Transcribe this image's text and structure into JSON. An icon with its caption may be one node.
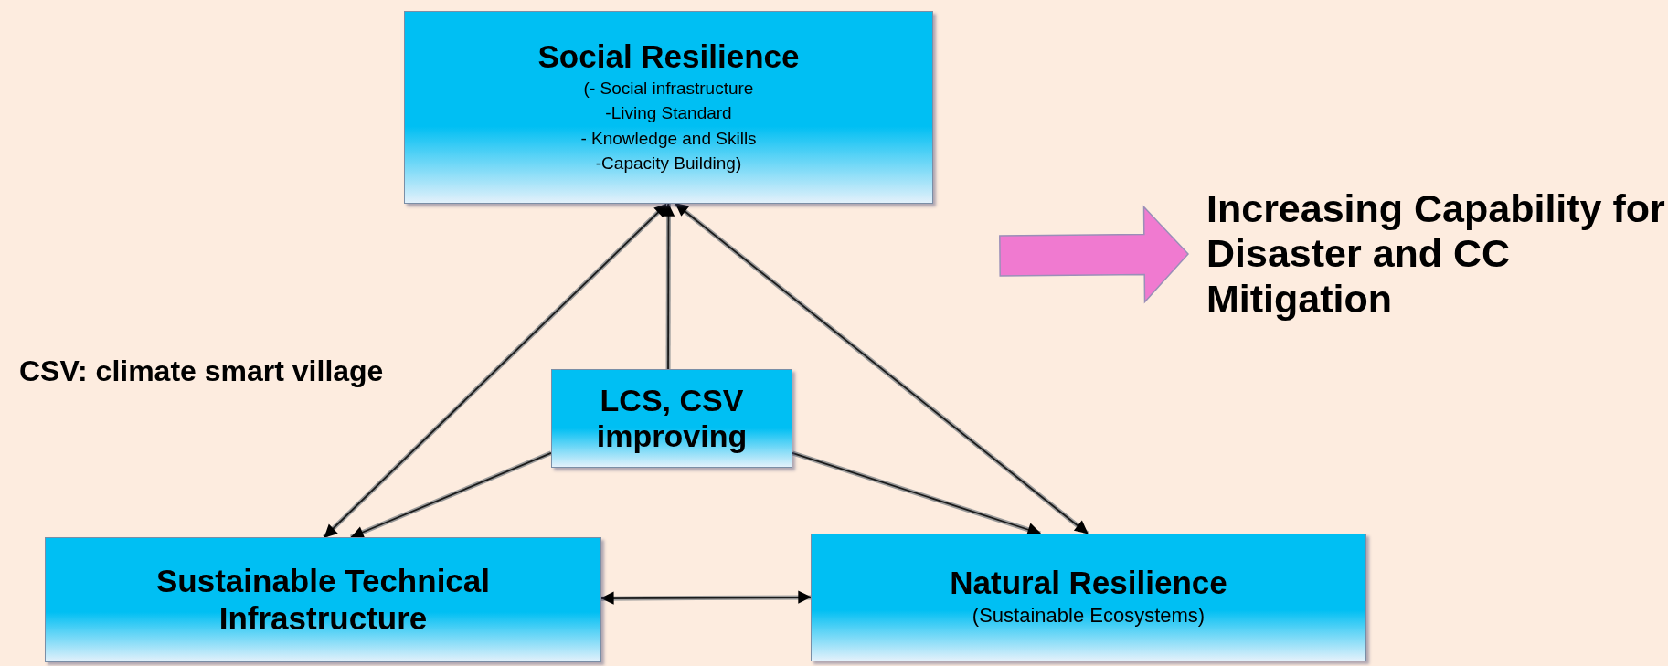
{
  "diagram": {
    "nodes": [
      {
        "text": [
          "Social Resilience",
          "(- Social infrastructure",
          "-Living Standard",
          "- Knowledge and Skills",
          "-Capacity Building)"
        ]
      },
      {
        "text": [
          "LCS, CSV improving"
        ]
      },
      {
        "text": [
          "Sustainable Technical Infrastructure"
        ]
      },
      {
        "text": [
          "Natural Resilience",
          "(Sustainable Ecosystems)"
        ]
      },
      {
        "text": [
          "Increasing Capability for Disaster and CC Mitigation"
        ]
      }
    ],
    "edges": [
      {
        "from": 0,
        "to": 2,
        "arrow": "both"
      },
      {
        "from": 1,
        "to": 0,
        "arrow": "to"
      },
      {
        "from": 0,
        "to": 3,
        "arrow": "both"
      },
      {
        "from": 1,
        "to": 2,
        "arrow": "to"
      },
      {
        "from": 1,
        "to": 3,
        "arrow": "to"
      },
      {
        "from": 2,
        "to": 3,
        "arrow": "both"
      },
      {
        "from": null,
        "to": 4,
        "arrow": "to",
        "style": "thick",
        "color": "#f07ad0"
      }
    ],
    "labels": [
      "CSV: climate smart village"
    ]
  }
}
